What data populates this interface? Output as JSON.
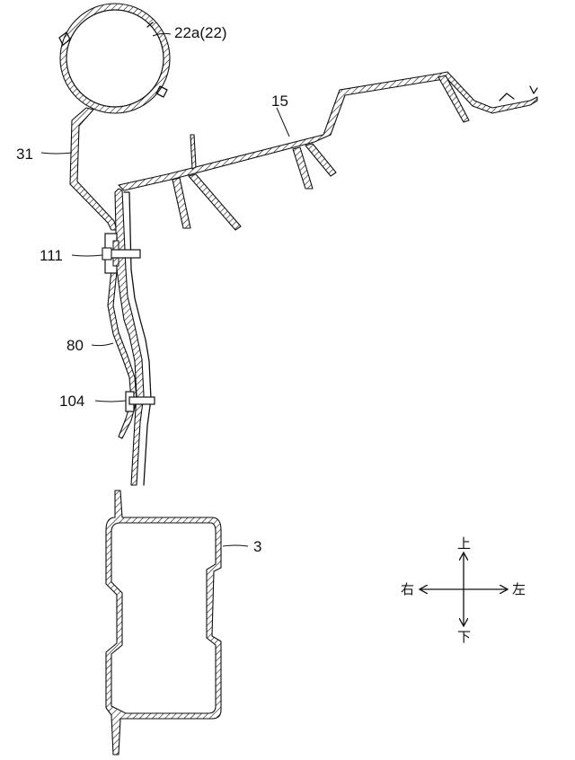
{
  "labels": {
    "l22": "22a(22)",
    "l15": "15",
    "l31": "31",
    "l111": "111",
    "l80": "80",
    "l104": "104",
    "l3": "3"
  },
  "directions": {
    "up": "上",
    "down": "下",
    "right": "右",
    "left": "左"
  }
}
